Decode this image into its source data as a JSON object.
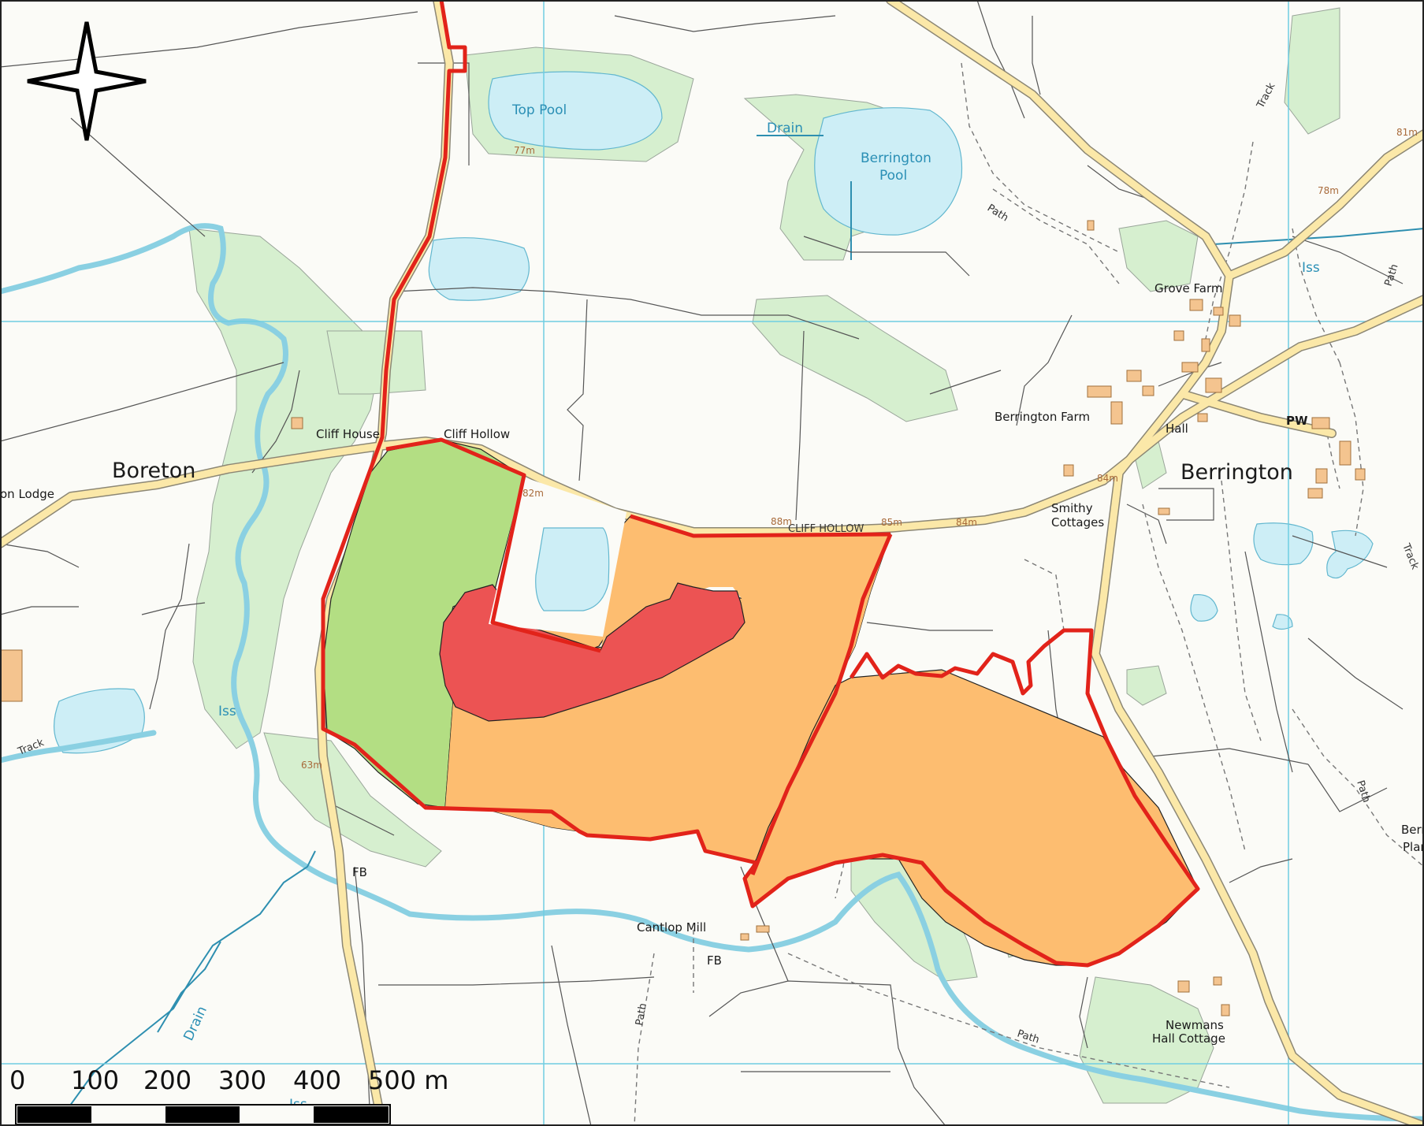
{
  "labels": {
    "top_pool": "Top Pool",
    "berrington_pool": [
      "Berrington",
      "Pool"
    ],
    "drain_top": "Drain",
    "drain_left": "Drain",
    "boreton": "Boreton",
    "lodge": "on Lodge",
    "cliff_house": "Cliff House",
    "cliff_hollow": "Cliff Hollow",
    "cliff_hollow_road": "CLIFF HOLLOW",
    "berrington": "Berrington",
    "berrington_farm": "Berrington Farm",
    "grove_farm": "Grove Farm",
    "hall": "Hall",
    "pw": "PW",
    "smithy_cottages": [
      "Smithy",
      "Cottages"
    ],
    "cantlop_mill": "Cantlop Mill",
    "fb1": "FB",
    "fb2": "FB",
    "iss1": "Iss",
    "iss2": "Iss",
    "iss3": "Iss",
    "path1": "Path",
    "path2": "Path",
    "path3": "Path",
    "path4": "Path",
    "path5": "Path",
    "track1": "Track",
    "track2": "Track",
    "track3": "Track",
    "newmans": [
      "Newmans",
      "Hall Cottage"
    ],
    "berr_plan": [
      "Berr",
      "Plan"
    ],
    "heights": [
      "77m",
      "81m",
      "78m",
      "82m",
      "88m",
      "85m",
      "84m",
      "84m",
      "63m"
    ]
  },
  "scale_bar": {
    "ticks": [
      "0",
      "100",
      "200",
      "300",
      "400",
      "500 m"
    ]
  },
  "colors": {
    "boundary": "#e2231a",
    "zone_green": "#b3de83",
    "zone_orange": "#fdbd70",
    "zone_red": "#ec5353",
    "water": "#d4f0f7",
    "woodland": "#d9f0d3",
    "road": "#fbe8a8",
    "grid": "#6ccbe0"
  },
  "icons": {
    "north_arrow": "compass-star-icon"
  }
}
